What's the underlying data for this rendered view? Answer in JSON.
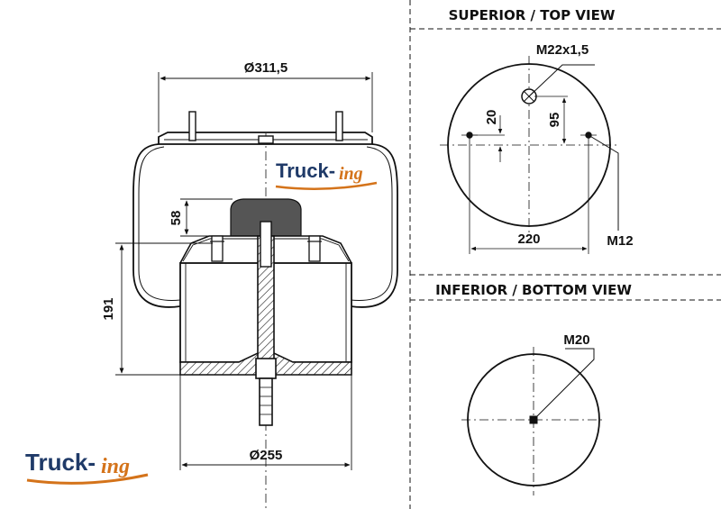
{
  "colors": {
    "logo_primary": "#1f3a68",
    "logo_accent": "#d4731a",
    "line": "#111111",
    "fill_grey": "#cfcfcf"
  },
  "logo": {
    "part1": "Truck-",
    "part2": "ing"
  },
  "side_view": {
    "dim_top_diameter": "Ø311,5",
    "dim_bottom_diameter": "Ø255",
    "dim_height": "191",
    "dim_bumper": "58"
  },
  "top_view": {
    "title": "SUPERIOR / TOP VIEW",
    "thread_center": "M22x1,5",
    "dim_offset_20": "20",
    "dim_offset_95": "95",
    "dim_spacing": "220",
    "thread_side": "M12"
  },
  "bottom_view": {
    "title": "INFERIOR / BOTTOM VIEW",
    "thread_center": "M20"
  }
}
